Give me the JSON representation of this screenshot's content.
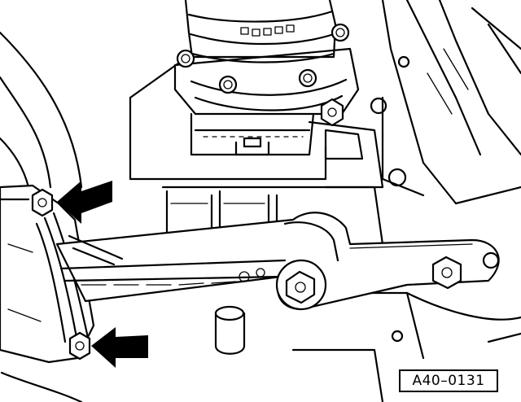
{
  "figure": {
    "reference_code": "A40–0131",
    "components": {
      "arrow_upper": "arrow-icon",
      "arrow_lower": "arrow-icon",
      "support_bracket": "engine-support-bracket",
      "mounting_bolts": "hex-bolt-icon",
      "transmission_housing": "transmission-housing"
    },
    "colors": {
      "ink": "#000000",
      "paper": "#ffffff"
    }
  }
}
